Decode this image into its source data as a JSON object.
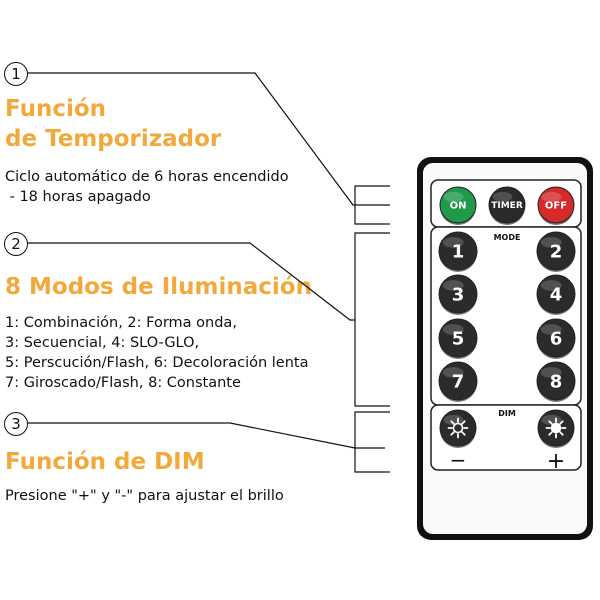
{
  "sections": [
    {
      "number": "1",
      "title_line1": "Función",
      "title_line2": "de Temporizador",
      "text_line1": "Ciclo automático de 6 horas encendido",
      "text_line2": " - 18 horas apagado"
    },
    {
      "number": "2",
      "title": "8 Modos de Iluminación",
      "modes": [
        "1: Combinación, 2: Forma onda,",
        "3: Secuencial, 4: SLO-GLO,",
        "5: Perscución/Flash, 6: Decoloración lenta",
        "7: Giroscado/Flash, 8: Constante"
      ]
    },
    {
      "number": "3",
      "title": "Función de DIM",
      "text": "Presione \"+\" y \"-\" para ajustar el brillo"
    }
  ],
  "remote": {
    "on_label": "ON",
    "timer_label": "TIMER",
    "off_label": "OFF",
    "mode_label": "MODE",
    "dim_label": "DIM",
    "buttons": [
      "1",
      "2",
      "3",
      "4",
      "5",
      "6",
      "7",
      "8"
    ],
    "minus_label": "−",
    "plus_label": "+",
    "colors": {
      "on": "#1f9a4a",
      "off": "#d42a2a",
      "timer": "#2a2a2a",
      "body": "#111111",
      "title": "#f2a93b"
    }
  }
}
